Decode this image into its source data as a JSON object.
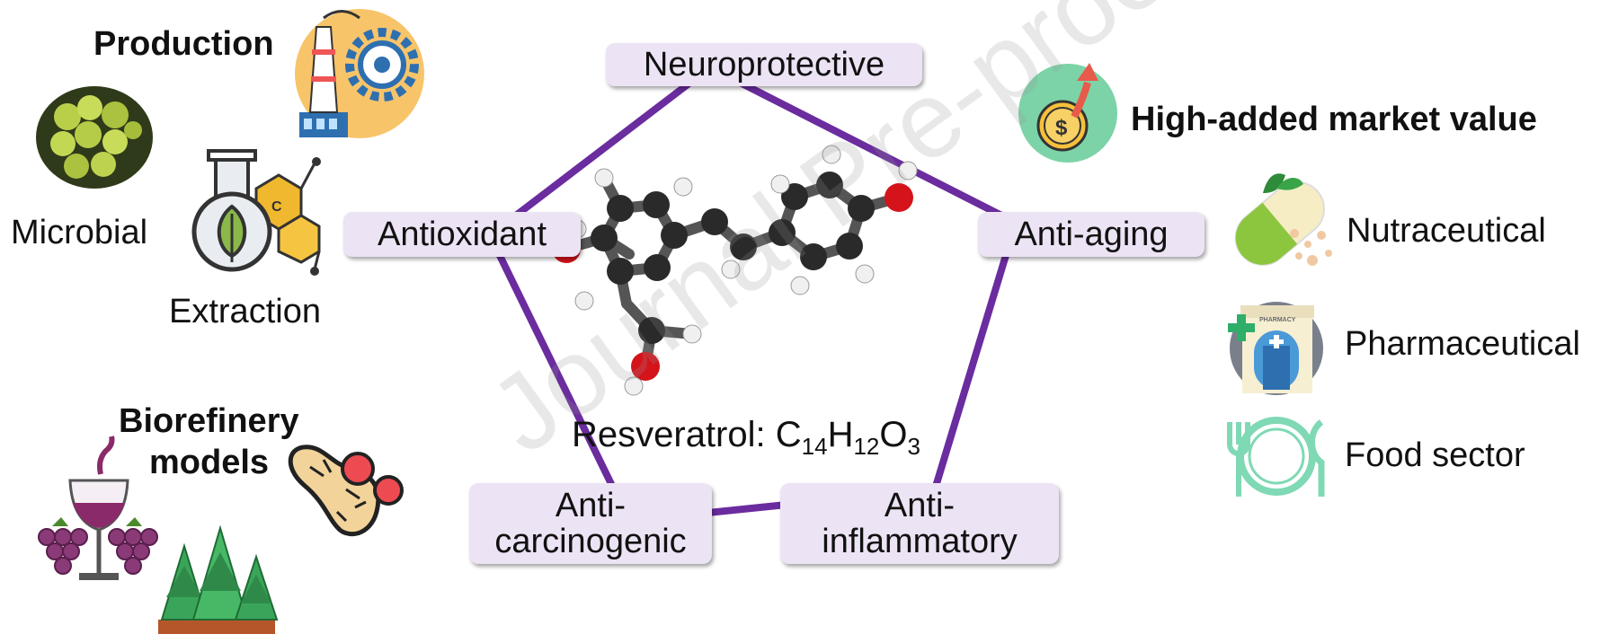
{
  "left": {
    "production_label": "Production",
    "microbial_label": "Microbial",
    "extraction_label": "Extraction",
    "biorefinery_line1": "Biorefinery",
    "biorefinery_line2": "models"
  },
  "center": {
    "properties": {
      "neuroprotective": "Neuroprotective",
      "antioxidant": "Antioxidant",
      "anti_aging": "Anti-aging",
      "anti_carcinogenic_line1": "Anti-",
      "anti_carcinogenic_line2": "carcinogenic",
      "anti_inflammatory_line1": "Anti-",
      "anti_inflammatory_line2": "inflammatory"
    },
    "molecule": {
      "name_prefix": "Resveratrol: ",
      "el1": "C",
      "n1": "14",
      "el2": "H",
      "n2": "12",
      "el3": "O",
      "n3": "3"
    },
    "pentagon_color": "#6a2c9e",
    "watermark": "Journal Pre-proof"
  },
  "right": {
    "market_title": "High-added market value",
    "nutraceutical": "Nutraceutical",
    "pharmaceutical": "Pharmaceutical",
    "pharmacy_sign": "PHARMACY",
    "food_sector": "Food sector"
  },
  "icons": {
    "factory_gear": "factory-gear-icon",
    "microalgae": "microalgae-cells-icon",
    "extraction": "flask-leaf-molecule-icon",
    "wine_grapes": "wine-grapes-icon",
    "peanut": "peanut-icon",
    "forest": "forest-trees-icon",
    "money": "money-growth-icon",
    "capsule": "capsule-icon",
    "pharmacy": "pharmacy-icon",
    "food": "plate-cutlery-icon"
  }
}
